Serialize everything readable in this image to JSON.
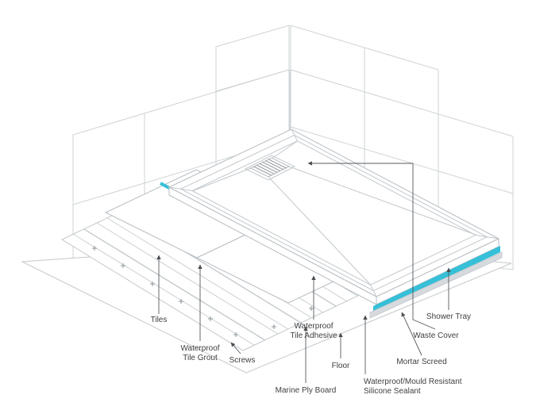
{
  "colors": {
    "accent": "#35c0d8",
    "wall_line": "#ced3d6",
    "floor_line": "#c3c8cc",
    "object_line": "#b6bcc1",
    "detail_line": "#8e959a",
    "wood_grain": "#ccd1d4",
    "leader_line": "#55595c",
    "label_text": "#3f3f42",
    "mortar_fill": "#d6dade",
    "background": "#ffffff"
  },
  "labels": {
    "tiles": {
      "lines": [
        "Tiles"
      ]
    },
    "grout": {
      "lines": [
        "Waterproof",
        "Tile Grout"
      ]
    },
    "screws": {
      "lines": [
        "Screws"
      ]
    },
    "adhesive": {
      "lines": [
        "Waterproof",
        "Tile Adhesive"
      ]
    },
    "marine_ply": {
      "lines": [
        "Marine Ply Board"
      ]
    },
    "floor": {
      "lines": [
        "Floor"
      ]
    },
    "sealant": {
      "lines": [
        "Waterproof/Mould Resistant",
        "Silicone Sealant"
      ]
    },
    "mortar": {
      "lines": [
        "Mortar Screed"
      ]
    },
    "waste_cover": {
      "lines": [
        "Waste Cover"
      ]
    },
    "shower_tray": {
      "lines": [
        "Shower Tray"
      ]
    }
  }
}
